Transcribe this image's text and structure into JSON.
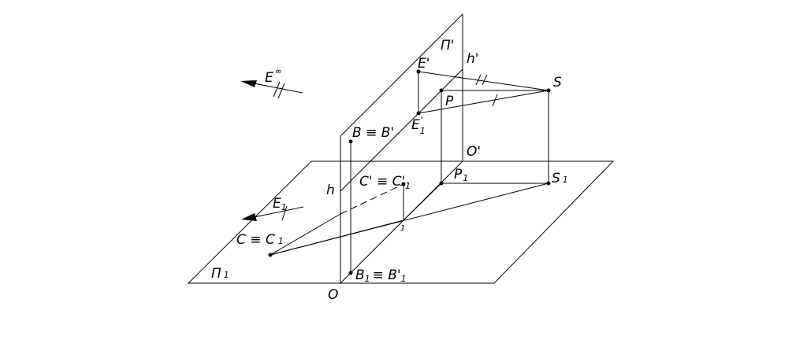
{
  "labels": {
    "plane_vertical": "П'",
    "plane_horizontal": "П",
    "plane_horizontal_sub": "1",
    "line_h_prime": "h'",
    "line_h": "h",
    "point_S": "S",
    "point_S1": "S",
    "point_S1_sub": "1",
    "point_P": "P",
    "point_P1": "P",
    "point_P1_sub": "1",
    "point_O_prime": "O'",
    "point_O": "O",
    "point_E_prime": "E'",
    "point_E1_prime": "E",
    "point_E1_prime_sup": "'",
    "point_E1_prime_sub": "1",
    "point_B_eq": "B ≡ B'",
    "point_B1_eq": "B",
    "point_B1_eq_sub": "1",
    "point_B1_eq_rest": "≡ B'",
    "point_B1_eq_rest_sub": "1",
    "point_C_eq": "C' ≡ C'",
    "point_C_eq_sub": "1",
    "point_C1_eq": "C ≡ C",
    "point_C1_eq_sub": "1",
    "point_1": "1",
    "dir_E_inf": "E",
    "dir_E_inf_sup": "∞",
    "dir_E1": "E",
    "dir_E1_sub": "1"
  }
}
